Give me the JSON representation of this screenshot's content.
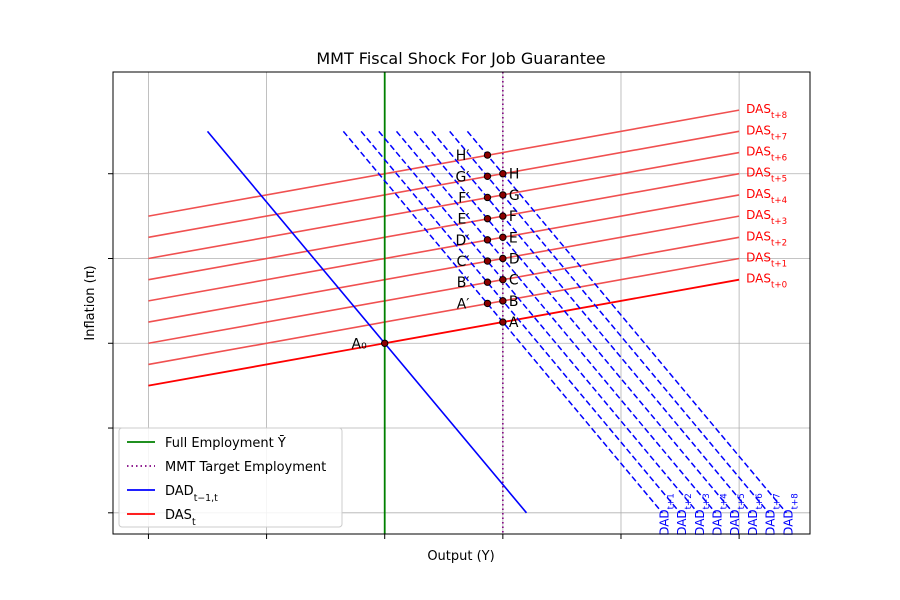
{
  "chart_data": {
    "type": "line",
    "title": "MMT Fiscal Shock For Job Guarantee",
    "xlabel": "Output (Y)",
    "ylabel": "Inflation (π)",
    "xlim": [
      -0.3,
      5.6
    ],
    "ylim": [
      -0.25,
      5.2
    ],
    "grid": true,
    "legend_position": "lower-left",
    "legend": [
      {
        "label": "Full Employment Ȳ",
        "color": "#008000",
        "style": "solid"
      },
      {
        "label": "MMT Target Employment",
        "color": "#800080",
        "style": "dotted"
      },
      {
        "label": "DAD",
        "sub": "t−1,t",
        "color": "#0000ff",
        "style": "solid"
      },
      {
        "label": "DAS",
        "sub": "t",
        "color": "#ff0000",
        "style": "solid"
      }
    ],
    "full_employment_x": 2,
    "target_employment_x": 3,
    "das_curves": [
      {
        "sub": "t+0",
        "x": [
          0,
          5
        ],
        "y": [
          1.5,
          2.75
        ]
      },
      {
        "sub": "t+1",
        "x": [
          0,
          5
        ],
        "y": [
          1.75,
          3.0
        ]
      },
      {
        "sub": "t+2",
        "x": [
          0,
          5
        ],
        "y": [
          2.0,
          3.25
        ]
      },
      {
        "sub": "t+3",
        "x": [
          0,
          5
        ],
        "y": [
          2.25,
          3.5
        ]
      },
      {
        "sub": "t+4",
        "x": [
          0,
          5
        ],
        "y": [
          2.5,
          3.75
        ]
      },
      {
        "sub": "t+5",
        "x": [
          0,
          5
        ],
        "y": [
          2.75,
          4.0
        ]
      },
      {
        "sub": "t+6",
        "x": [
          0,
          5
        ],
        "y": [
          3.0,
          4.25
        ]
      },
      {
        "sub": "t+7",
        "x": [
          0,
          5
        ],
        "y": [
          3.25,
          4.5
        ]
      },
      {
        "sub": "t+8",
        "x": [
          0,
          5
        ],
        "y": [
          3.5,
          4.75
        ]
      }
    ],
    "dad_initial": {
      "x": [
        0.5,
        3.2
      ],
      "y": [
        4.5,
        0
      ]
    },
    "dad_shifted": [
      {
        "sub": "t+1",
        "x": [
          1.65,
          4.35
        ],
        "y": [
          4.5,
          0
        ]
      },
      {
        "sub": "t+2",
        "x": [
          1.8,
          4.5
        ],
        "y": [
          4.5,
          0
        ]
      },
      {
        "sub": "t+3",
        "x": [
          1.95,
          4.65
        ],
        "y": [
          4.5,
          0
        ]
      },
      {
        "sub": "t+4",
        "x": [
          2.1,
          4.8
        ],
        "y": [
          4.5,
          0
        ]
      },
      {
        "sub": "t+5",
        "x": [
          2.25,
          4.95
        ],
        "y": [
          4.5,
          0
        ]
      },
      {
        "sub": "t+6",
        "x": [
          2.4,
          5.1
        ],
        "y": [
          4.5,
          0
        ]
      },
      {
        "sub": "t+7",
        "x": [
          2.55,
          5.25
        ],
        "y": [
          4.5,
          0
        ]
      },
      {
        "sub": "t+8",
        "x": [
          2.7,
          5.4
        ],
        "y": [
          4.5,
          0
        ]
      }
    ],
    "dad_label_prefix": "DAD",
    "das_label_prefix": "DAS",
    "points": [
      {
        "label": "A₀",
        "x": 2.0,
        "y": 2.0,
        "side": "left"
      },
      {
        "label": "A",
        "x": 3.0,
        "y": 2.25,
        "side": "right"
      },
      {
        "label": "B",
        "x": 3.0,
        "y": 2.5,
        "side": "right"
      },
      {
        "label": "C",
        "x": 3.0,
        "y": 2.75,
        "side": "right"
      },
      {
        "label": "D",
        "x": 3.0,
        "y": 3.0,
        "side": "right"
      },
      {
        "label": "E",
        "x": 3.0,
        "y": 3.25,
        "side": "right"
      },
      {
        "label": "F",
        "x": 3.0,
        "y": 3.5,
        "side": "right"
      },
      {
        "label": "G",
        "x": 3.0,
        "y": 3.75,
        "side": "right"
      },
      {
        "label": "H",
        "x": 3.0,
        "y": 4.0,
        "side": "right"
      },
      {
        "label": "A′",
        "x": 2.87,
        "y": 2.47,
        "side": "left"
      },
      {
        "label": "B′",
        "x": 2.87,
        "y": 2.72,
        "side": "left"
      },
      {
        "label": "C′",
        "x": 2.87,
        "y": 2.97,
        "side": "left"
      },
      {
        "label": "D′",
        "x": 2.87,
        "y": 3.22,
        "side": "left"
      },
      {
        "label": "E′",
        "x": 2.87,
        "y": 3.47,
        "side": "left"
      },
      {
        "label": "F′",
        "x": 2.87,
        "y": 3.72,
        "side": "left"
      },
      {
        "label": "G′",
        "x": 2.87,
        "y": 3.97,
        "side": "left"
      },
      {
        "label": "H′",
        "x": 2.87,
        "y": 4.22,
        "side": "left"
      }
    ],
    "colors": {
      "das": "#ff0000",
      "das_shifted": "#f05050",
      "dad": "#0000ff",
      "full_employment": "#008000",
      "target": "#800080",
      "point": "#000000",
      "point_fill": "#8b0000"
    }
  }
}
